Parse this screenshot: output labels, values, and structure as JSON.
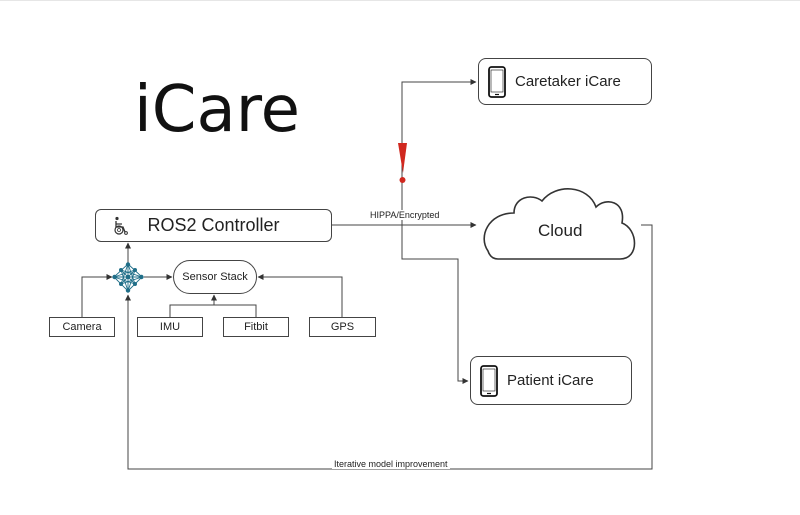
{
  "title": "iCare",
  "nodes": {
    "ros2": "ROS2 Controller",
    "sensor_stack": "Sensor Stack",
    "camera": "Camera",
    "imu": "IMU",
    "fitbit": "Fitbit",
    "gps": "GPS",
    "cloud": "Cloud",
    "caretaker": "Caretaker iCare",
    "patient": "Patient iCare"
  },
  "edge_labels": {
    "hippa": "HIPPA/Encrypted",
    "iterative": "Iterative model improvement"
  },
  "icons": {
    "wheelchair": "wheelchair-icon",
    "network": "neural-network-icon",
    "phone": "smartphone-icon",
    "alert": "exclamation-icon",
    "cloud": "cloud-shape"
  },
  "colors": {
    "alert": "#d0281f",
    "network": "#1f6e88",
    "stroke": "#444444"
  }
}
